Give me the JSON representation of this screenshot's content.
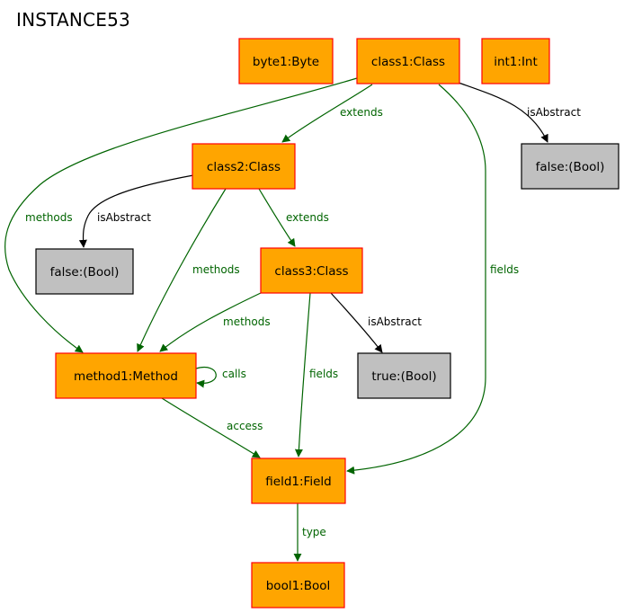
{
  "title": "INSTANCE53",
  "colors": {
    "object_fill": "#FFA500",
    "object_stroke": "#FF0000",
    "value_fill": "#C0C0C0",
    "value_stroke": "#000000",
    "green_edge": "#006400",
    "black_edge": "#000000"
  },
  "nodes": {
    "byte1": "byte1:Byte",
    "class1": "class1:Class",
    "int1": "int1:Int",
    "class2": "class2:Class",
    "false1": "false:(Bool)",
    "false2": "false:(Bool)",
    "class3": "class3:Class",
    "method1": "method1:Method",
    "true1": "true:(Bool)",
    "field1": "field1:Field",
    "bool1": "bool1:Bool"
  },
  "edges": {
    "class1_extends_class2": "extends",
    "class1_isAbstract": "isAbstract",
    "class1_methods": "methods",
    "class1_fields": "fields",
    "class2_isAbstract": "isAbstract",
    "class2_extends_class3": "extends",
    "class2_methods": "methods",
    "class3_methods": "methods",
    "class3_isAbstract": "isAbstract",
    "class3_fields": "fields",
    "method1_calls": "calls",
    "method1_access": "access",
    "field1_type": "type"
  }
}
